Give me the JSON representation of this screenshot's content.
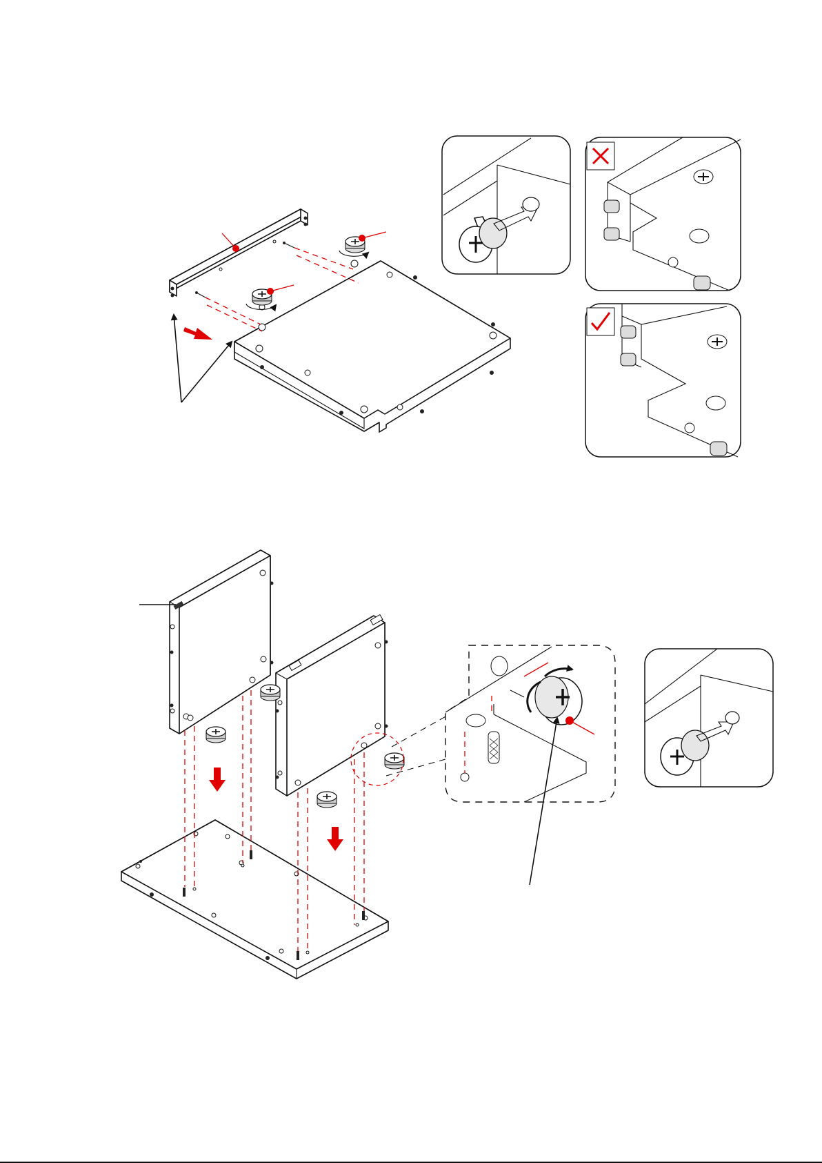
{
  "diagram": {
    "steps": [
      {
        "id": "step-top",
        "insets": [
          "cam-insert-detail",
          "wrong-orientation",
          "correct-orientation"
        ]
      },
      {
        "id": "step-bottom",
        "insets": [
          "cam-lock-zoom",
          "cam-insert-detail-2"
        ]
      }
    ],
    "status": {
      "wrong_mark": "cross-icon",
      "correct_mark": "check-icon"
    },
    "colors": {
      "accent": "#e10000",
      "line": "#111111",
      "paper": "#ffffff"
    },
    "icons": [
      "cam-lock-icon",
      "cross-icon",
      "check-icon",
      "arrow-down-icon",
      "arrow-right-icon"
    ]
  }
}
